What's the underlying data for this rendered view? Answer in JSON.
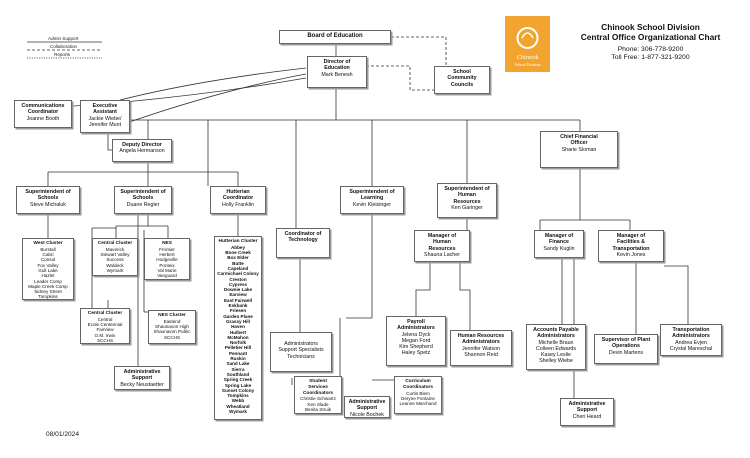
{
  "header": {
    "org": "Chinook School Division",
    "title": "Central Office Organizational Chart",
    "phone": "Phone: 306-778-9200",
    "tollfree": "Toll Free: 1-877-321-9200",
    "logo_line1": "Chinook",
    "logo_line2": "School Division",
    "accent": "#f2a431"
  },
  "legend": {
    "admin": "Admin Support",
    "collab": "Collaboration",
    "reports": "Reports"
  },
  "date": "08/01/2024",
  "boxes": {
    "board": {
      "title": "Board of Education"
    },
    "director": {
      "title": "Director of\nEducation",
      "name": "Mark Benesh"
    },
    "scc": {
      "title": "School\nCommunity\nCouncils"
    },
    "comm": {
      "title": "Communications\nCoordinator",
      "name": "Joanne Booth"
    },
    "exec": {
      "title": "Executive\nAssistant",
      "name": "Jackie Wiebe/\nJennifer Munt"
    },
    "deputy": {
      "title": "Deputy Director",
      "name": "Angela Hermanson"
    },
    "cfo": {
      "title": "Chief Financial\nOfficer",
      "name": "Sharie Sloman"
    },
    "sup1": {
      "title": "Superintendent of\nSchools",
      "name": "Steve Michaluk"
    },
    "sup2": {
      "title": "Superintendent of\nSchools",
      "name": "Duane Regier"
    },
    "hutt": {
      "title": "Hutterian\nCoordinator",
      "name": "Holly Franklin"
    },
    "suplearn": {
      "title": "Superintendent of\nLearning",
      "name": "Kevin Kleisinger"
    },
    "suphr": {
      "title": "Superintendent of\nHuman\nResources",
      "name": "Ken Garinger"
    },
    "coordtech": {
      "title": "Coordinator of\nTechnology"
    },
    "mhr": {
      "title": "Manager of\nHuman\nResources",
      "name": "Shauna Lacher"
    },
    "mfin": {
      "title": "Manager of\nFinance",
      "name": "Sandy Kuglin"
    },
    "mfac": {
      "title": "Manager of\nFacilities &\nTransportation",
      "name": "Kevin Jones"
    },
    "admsup1": {
      "title": "Administrative\nSupport",
      "name": "Becky Neustaetter"
    },
    "admtech": {
      "name": "Administrators\nSupport Specialists\nTechnicians"
    },
    "payroll": {
      "title": "Payroll\nAdministrators",
      "name": "Jelena Dyck\nMegan Ford\nKim Shepherd\nHaley Spetz"
    },
    "hradm": {
      "title": "Human Resources\nAdministrators",
      "name": "Jennifer Watson\nShannon Reid"
    },
    "ap": {
      "title": "Accounts Payable\nAdministrators",
      "name": "Michelle Braun\nColleen Edwards\nKasey Leslie\nShelley Wiebe"
    },
    "plant": {
      "title": "Supervisor of Plant\nOperations",
      "name": "Devin Martens"
    },
    "transp": {
      "title": "Transportation\nAdministrators",
      "name": "Andrea Evjen\nCrystal Mareschal"
    },
    "ssc": {
      "title": "Student\nServices\nCoordinators",
      "name": "Christie Schwartz\nKen Slade\nBenita Struik"
    },
    "admsup2": {
      "title": "Administrative\nSupport",
      "name": "Nicole Bochek"
    },
    "curric": {
      "title": "Curriculum\nCoordinators",
      "name": "Curtis Blem\nDeryne Fontaine\nLeanne Marchand"
    },
    "admsup3": {
      "title": "Administrative\nSupport",
      "name": "Cheri Heard"
    }
  },
  "lists": {
    "west": {
      "title": "West Cluster",
      "items": [
        "Burstall",
        "Cabri",
        "Consul",
        "Fox Valley",
        "Gull Lake",
        "Hazlet",
        "Leader Comp",
        "Maple Creek Comp",
        "Sidney Street",
        "Tompkins"
      ]
    },
    "central": {
      "title": "Central Cluster",
      "items": [
        "Maverick",
        "Stewart Valley",
        "Success",
        "Waldeck",
        "Wymark"
      ]
    },
    "nes": {
      "title": "NES",
      "items": [
        "Frontier",
        "Herbert",
        "Hodgeville",
        "Ponteix",
        "Val Marie",
        "Vanguard"
      ]
    },
    "central2": {
      "title": "Central Cluster",
      "items": [
        "Central",
        "Ecole Centennial",
        "Fairview",
        "O.M. Irwin",
        "SCCHS"
      ]
    },
    "nes2": {
      "title": "NES Cluster",
      "items": [
        "Eastend",
        "Shaunavon High",
        "Shaunavon Public",
        "SCCHS"
      ]
    },
    "hutterian": {
      "title": "Hutterian Cluster",
      "items": [
        "Abbey",
        "Bone Creek",
        "Box Elder",
        "Butte",
        "Capeland",
        "Carmichael Colony",
        "Creston",
        "Cypress",
        "Downie Lake",
        "Earview",
        "East Fairwell",
        "Eskbank",
        "Friesen",
        "Garden Plane",
        "Grassy Hill",
        "Haven",
        "Hulbert",
        "McMahon",
        "Norfolk",
        "Pelletier Hill",
        "Pennant",
        "Ruskin",
        "Sand Lake",
        "Sierra",
        "Southland",
        "Spring Creek",
        "Spring Lake",
        "Sunset Colony",
        "Tompkins",
        "Webb",
        "Wheatland",
        "Wymark"
      ]
    }
  }
}
